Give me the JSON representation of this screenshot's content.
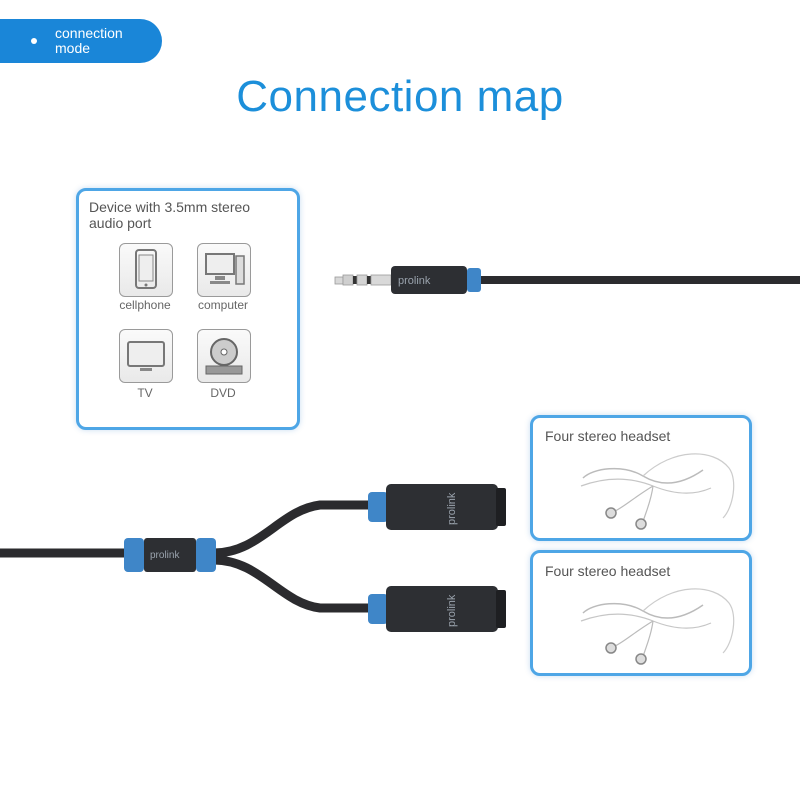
{
  "tag": {
    "label": "connection\nmode"
  },
  "title": "Connection map",
  "source_box": {
    "title": "Device with 3.5mm stereo\naudio port",
    "devices": [
      {
        "icon": "cellphone-icon",
        "label": "cellphone"
      },
      {
        "icon": "computer-icon",
        "label": "computer"
      },
      {
        "icon": "tv-icon",
        "label": "TV"
      },
      {
        "icon": "dvd-icon",
        "label": "DVD"
      }
    ]
  },
  "headsets": [
    {
      "title": "Four stereo headset"
    },
    {
      "title": "Four stereo headset"
    }
  ],
  "brand": "prolink",
  "colors": {
    "accent": "#1a86d8",
    "box_border": "#4ea6e6",
    "cable": "#2b2b2e",
    "connector_ring": "#3f86c8"
  }
}
